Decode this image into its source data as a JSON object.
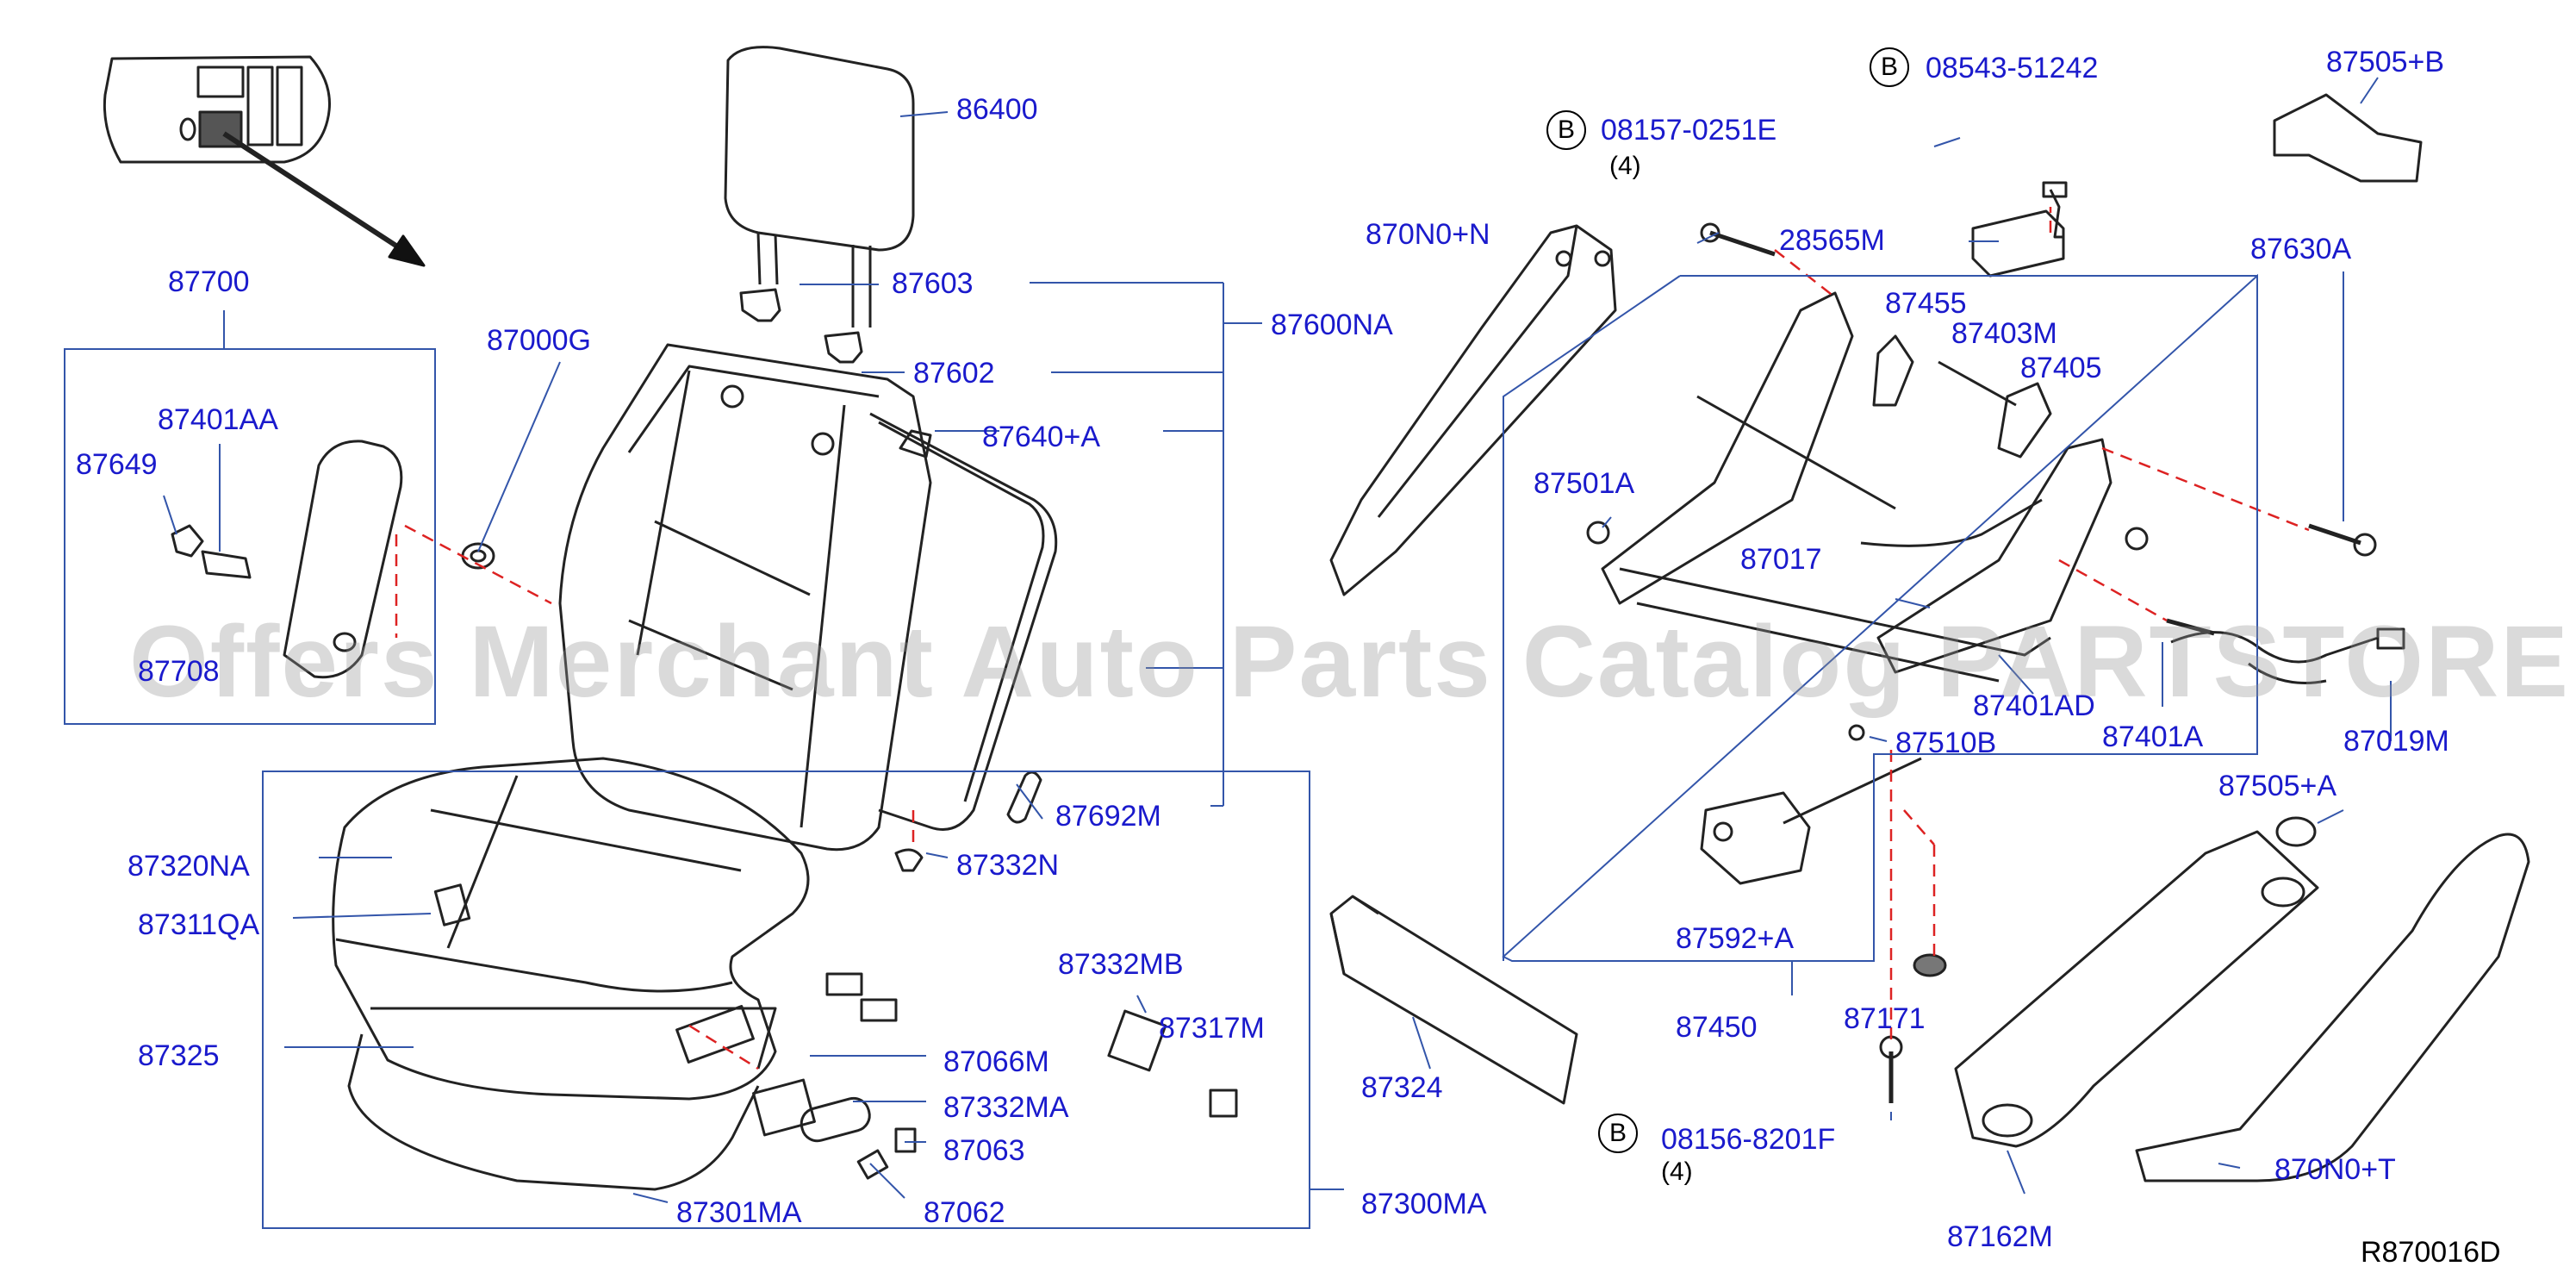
{
  "diagram": {
    "code": "R870016D",
    "watermark": "Offers Merchant Auto Parts Catalog PARTSTORE.SA",
    "colors": {
      "label": "#1a1acc",
      "leader": "#3355aa",
      "drawing": "#222222",
      "dashed": "#dd2222"
    },
    "bolt_badge": "B",
    "labels": {
      "p86400": "86400",
      "p87603": "87603",
      "p87602": "87602",
      "p87600NA": "87600NA",
      "p87640A": "87640+A",
      "p87000G": "87000G",
      "p87700": "87700",
      "p87401AA": "87401AA",
      "p87649": "87649",
      "p87708": "87708",
      "p87692M": "87692M",
      "p87332N": "87332N",
      "p87320NA": "87320NA",
      "p87311QA": "87311QA",
      "p87325": "87325",
      "p87332MB": "87332MB",
      "p87317M": "87317M",
      "p87066M": "87066M",
      "p87332MA": "87332MA",
      "p87063": "87063",
      "p87062": "87062",
      "p87301MA": "87301MA",
      "p87300MA": "87300MA",
      "p87324": "87324",
      "p0815": "08157-0251E",
      "p0854": "08543-51242",
      "p28565M": "28565M",
      "p870N0N": "870N0+N",
      "p87455": "87455",
      "p87403M": "87403M",
      "p87405": "87405",
      "p87505B": "87505+B",
      "p87630A": "87630A",
      "p87501A": "87501A",
      "p87017": "87017",
      "p87401AD": "87401AD",
      "p87510B": "87510B",
      "p87401A": "87401A",
      "p87019M": "87019M",
      "p87505A": "87505+A",
      "p87592A": "87592+A",
      "p87450": "87450",
      "p87171": "87171",
      "p08156": "08156-8201F",
      "p870N0T": "870N0+T",
      "p87162M": "87162M"
    },
    "quantities": {
      "q1": "(4)",
      "q2": "(4)"
    }
  }
}
